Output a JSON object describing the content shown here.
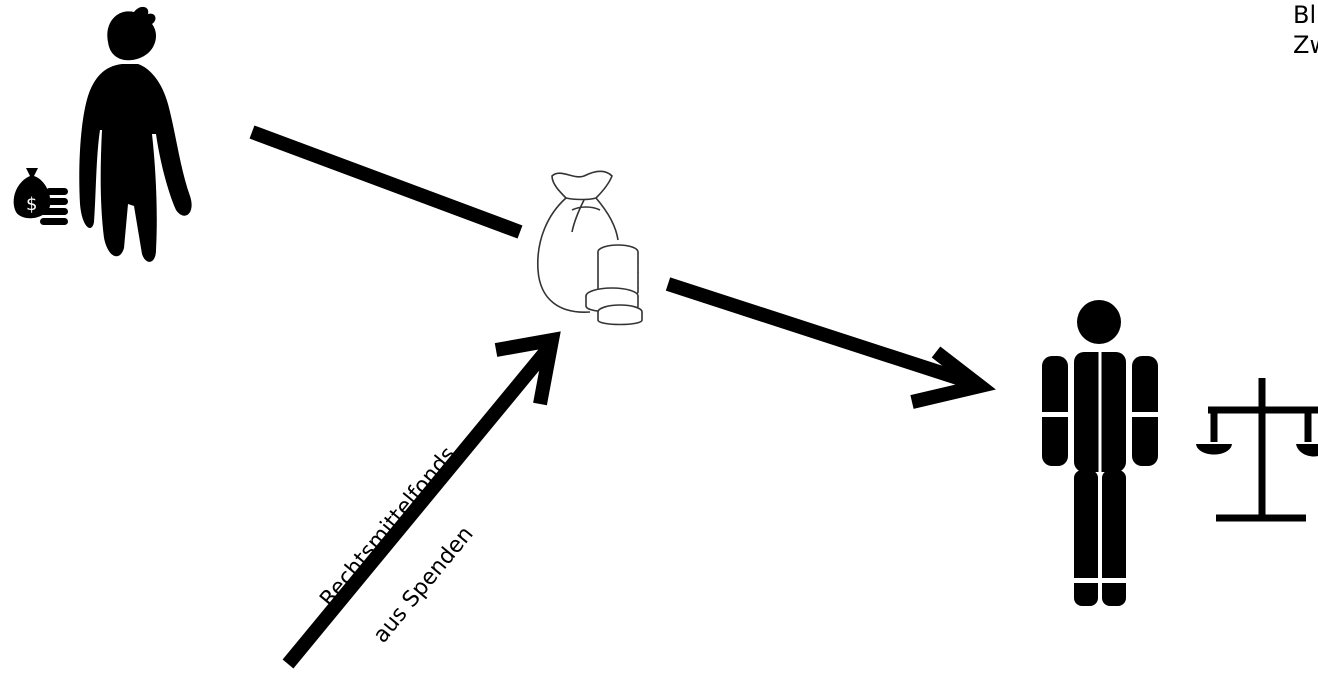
{
  "corner_text": {
    "line1": "Bl",
    "line2": "Zw"
  },
  "arrow_labels": {
    "line1": "Rechtsmittelfonds",
    "line2": "aus Spenden"
  },
  "figures": {
    "left": {
      "icon": "person-icon",
      "accessory": "money-bag-icon"
    },
    "center": {
      "icon": "money-bag-with-coins-icon"
    },
    "right": {
      "icon": "prisoner-icon",
      "accessory": "scales-of-justice-icon"
    }
  },
  "colors": {
    "ink": "#000000",
    "background": "#ffffff"
  }
}
